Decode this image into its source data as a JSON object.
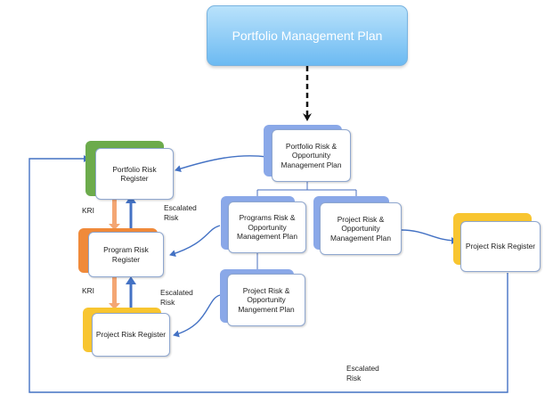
{
  "title": "Portfolio Management Plan",
  "plans": {
    "portfolio": "Portfolio Risk &\nOpportunity\nManagement Plan",
    "programs": "Programs Risk &\nOpportunity\nManagement Plan",
    "project_top": "Project Risk &\nOpportunity\nManagement Plan",
    "project_bottom": "Project Risk &\nOpportunity\nMangement Plan"
  },
  "registers": {
    "portfolio": "Portfolio Risk\nRegister",
    "program": "Program Risk\nRegister",
    "project_left": "Project Risk Register",
    "project_right": "Project Risk Register"
  },
  "labels": {
    "kri_top": "KRI",
    "kri_bottom": "KRI",
    "escalated_top": "Escalated\nRisk",
    "escalated_mid": "Escalated\nRisk",
    "escalated_bottom": "Escalated\nRisk"
  },
  "colors": {
    "title_fill": "#6cbaf2",
    "plan_shadow": "#8aa8e8",
    "portfolio_register_shadow": "#6cab4c",
    "program_register_shadow": "#f08a3a",
    "project_register_shadow": "#f8c530",
    "connector": "#4472c4",
    "kri_arrow": "#f4a673"
  }
}
